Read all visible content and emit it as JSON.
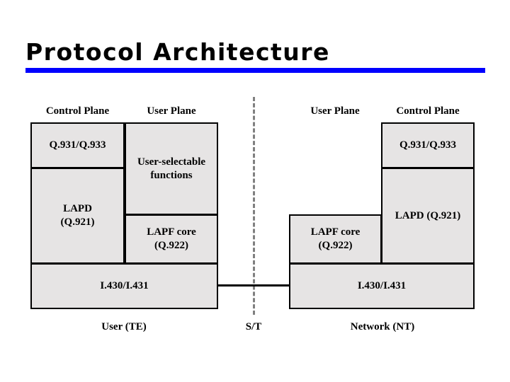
{
  "slide": {
    "title": "Protocol Architecture",
    "accent_color": "#0000ff",
    "box_fill_color": "#e6e4e4",
    "box_border_color": "#000000",
    "boundary_line_color": "#808080"
  },
  "diagram": {
    "left_side": {
      "bottom_label": "User (TE)",
      "headers": [
        {
          "label": "Control Plane"
        },
        {
          "label": "User Plane"
        }
      ],
      "boxes": [
        {
          "label": "Q.931/Q.933",
          "plane": "control"
        },
        {
          "label": "LAPD\n(Q.921)",
          "line1": "LAPD",
          "line2": "(Q.921)",
          "plane": "control"
        },
        {
          "label": "User-selectable\nfunctions",
          "line1": "User-selectable",
          "line2": "functions",
          "plane": "user"
        },
        {
          "label": "LAPF core\n(Q.922)",
          "line1": "LAPF core",
          "line2": "(Q.922)",
          "plane": "user"
        },
        {
          "label": "I.430/I.431",
          "plane": "both"
        }
      ]
    },
    "boundary": {
      "label": "S/T",
      "style": "dashed"
    },
    "right_side": {
      "bottom_label": "Network (NT)",
      "headers": [
        {
          "label": "User Plane"
        },
        {
          "label": "Control Plane"
        }
      ],
      "boxes": [
        {
          "label": "Q.931/Q.933",
          "plane": "control"
        },
        {
          "label": "LAPD (Q.921)",
          "plane": "control"
        },
        {
          "label": "LAPF core\n(Q.922)",
          "line1": "LAPF core",
          "line2": "(Q.922)",
          "plane": "user"
        },
        {
          "label": "I.430/I.431",
          "plane": "both"
        }
      ]
    }
  }
}
